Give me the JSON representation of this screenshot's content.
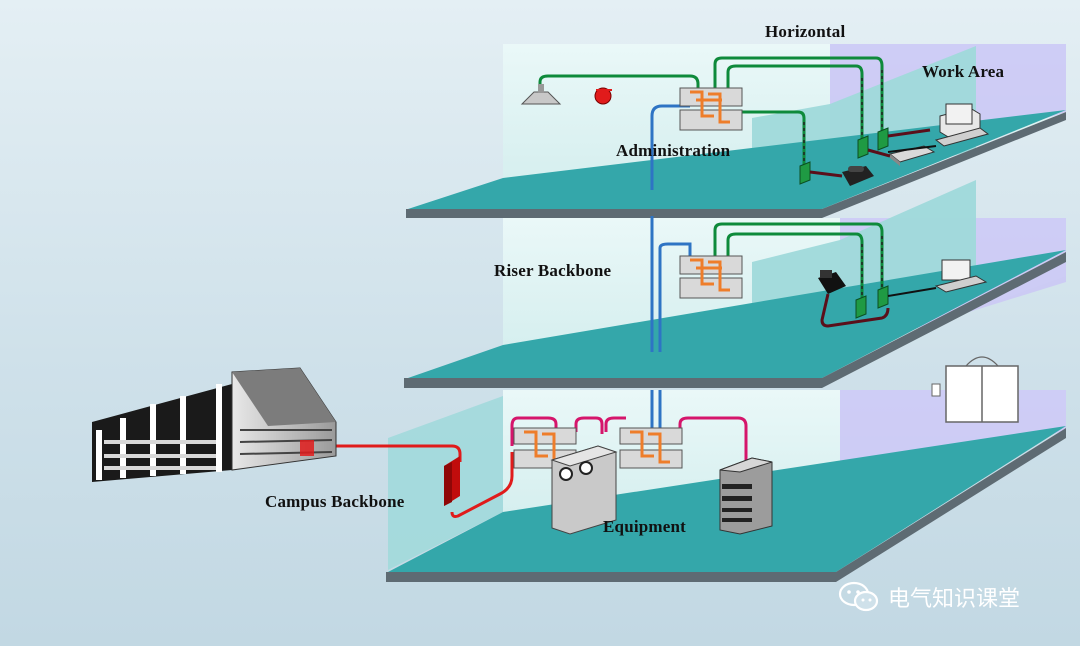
{
  "labels": {
    "horizontal": "Horizontal",
    "work_area": "Work Area",
    "administration": "Administration",
    "riser_backbone": "Riser Backbone",
    "campus_backbone": "Campus Backbone",
    "equipment": "Equipment"
  },
  "watermark": {
    "text": "电气知识课堂",
    "icon": "wechat-icon"
  },
  "colors": {
    "floor": "#34a7aa",
    "floor_edge": "#5e6b73",
    "back_wall": "#dff3f4",
    "side_wall": "#c9c6f4",
    "partition": "#8fd1d3",
    "horizontal_cable": "#0e8a3b",
    "riser_cable": "#2e74c4",
    "campus_cable": "#e01b1b",
    "equipment_cable": "#d5156b",
    "patch_cord": "#ee7d2a",
    "outlet": "#1f9a43"
  }
}
